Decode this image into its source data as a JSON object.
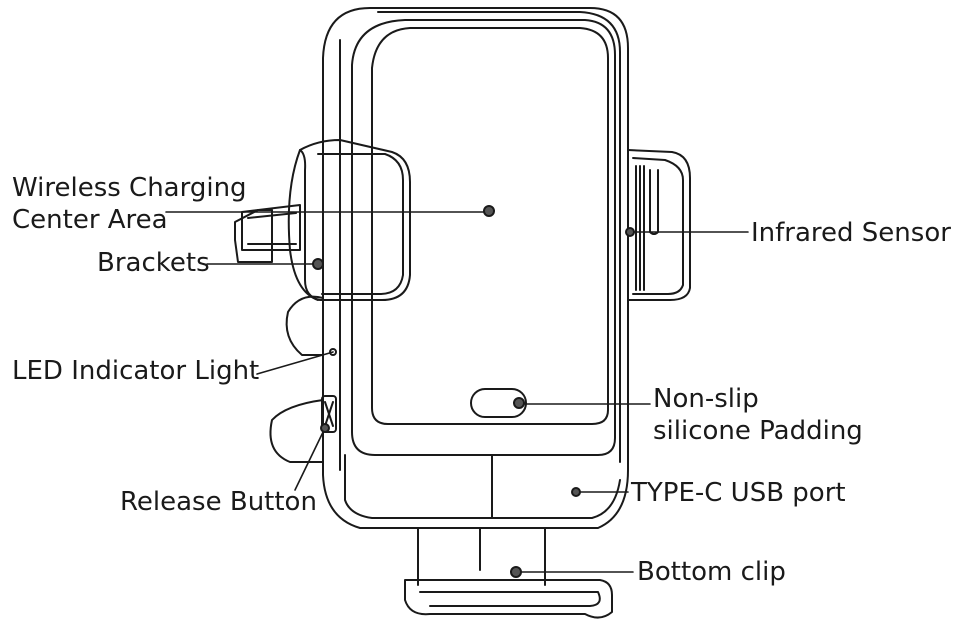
{
  "labels": {
    "wireless_charging_line1": "Wireless Charging",
    "wireless_charging_line2": "Center Area",
    "brackets": "Brackets",
    "led_indicator": "LED Indicator Light",
    "release_button": "Release Button",
    "infrared_sensor": "Infrared Sensor",
    "non_slip_line1": "Non-slip",
    "non_slip_line2": "silicone Padding",
    "type_c_port": "TYPE-C USB port",
    "bottom_clip": "Bottom clip"
  },
  "colors": {
    "line": "#1a1a1a",
    "background": "#ffffff"
  }
}
